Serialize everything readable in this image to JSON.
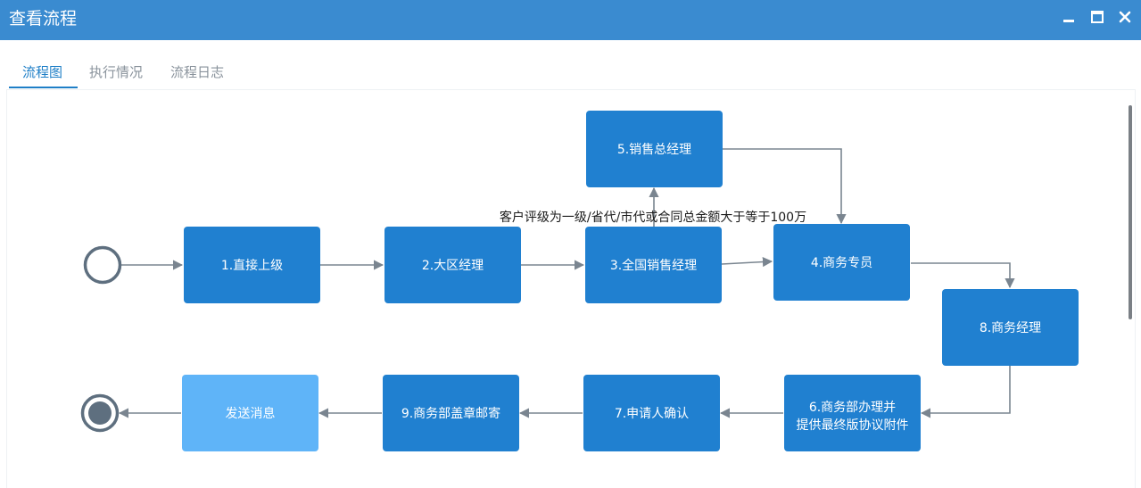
{
  "window": {
    "title": "查看流程",
    "minimize_icon": "minimize-icon",
    "maximize_icon": "maximize-icon",
    "close_icon": "close-icon"
  },
  "tabs": [
    {
      "label": "流程图",
      "active": true
    },
    {
      "label": "执行情况",
      "active": false
    },
    {
      "label": "流程日志",
      "active": false
    }
  ],
  "diagram": {
    "nodes": {
      "n1": "1.直接上级",
      "n2": "2.大区经理",
      "n3": "3.全国销售经理",
      "n4": "4.商务专员",
      "n5": "5.销售总经理",
      "n6_line1": "6.商务部办理并",
      "n6_line2": "提供最终版协议附件",
      "n7": "7.申请人确认",
      "n8": "8.商务经理",
      "n9": "9.商务部盖章邮寄",
      "send": "发送消息"
    },
    "condition_label": "客户评级为一级/省代/市代或合同总金额大于等于100万",
    "colors": {
      "task": "#2080d0",
      "task_pending": "#5fb4f8",
      "edge": "#7a8590",
      "event": "#5e6f7f",
      "end_fill": "#5e6f7f"
    }
  }
}
